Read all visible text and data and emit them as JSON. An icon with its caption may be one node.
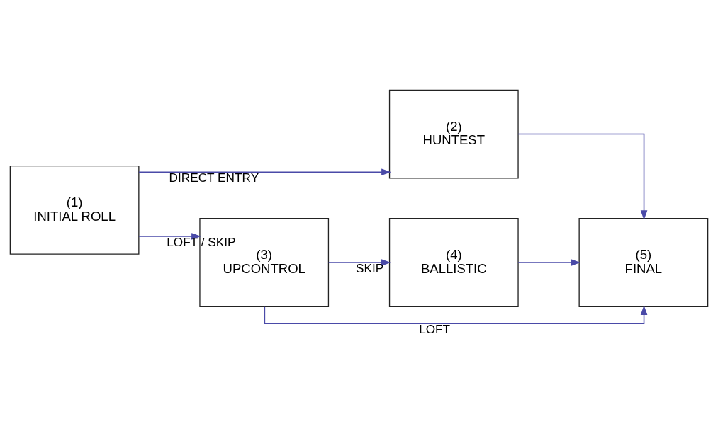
{
  "diagram": {
    "nodes": [
      {
        "text": [
          "(1) INITIAL ROLL"
        ]
      },
      {
        "text": [
          "(2) HUNTEST"
        ]
      },
      {
        "text": [
          "(3) UPCONTROL"
        ]
      },
      {
        "text": [
          "(4) BALLISTIC"
        ]
      },
      {
        "text": [
          "(5) FINAL"
        ]
      }
    ],
    "edges": [
      {
        "from": 0,
        "to": 1,
        "arrow": "to",
        "label": "DIRECT ENTRY"
      },
      {
        "from": 0,
        "to": 2,
        "arrow": "to",
        "label": "LOFT / SKIP"
      },
      {
        "from": 2,
        "to": 4,
        "arrow": "to",
        "label": "LOFT"
      },
      {
        "from": 2,
        "to": 3,
        "arrow": "to",
        "label": "SKIP"
      },
      {
        "from": 1,
        "to": 4,
        "arrow": "to"
      },
      {
        "from": 3,
        "to": 4,
        "arrow": "to"
      }
    ]
  }
}
